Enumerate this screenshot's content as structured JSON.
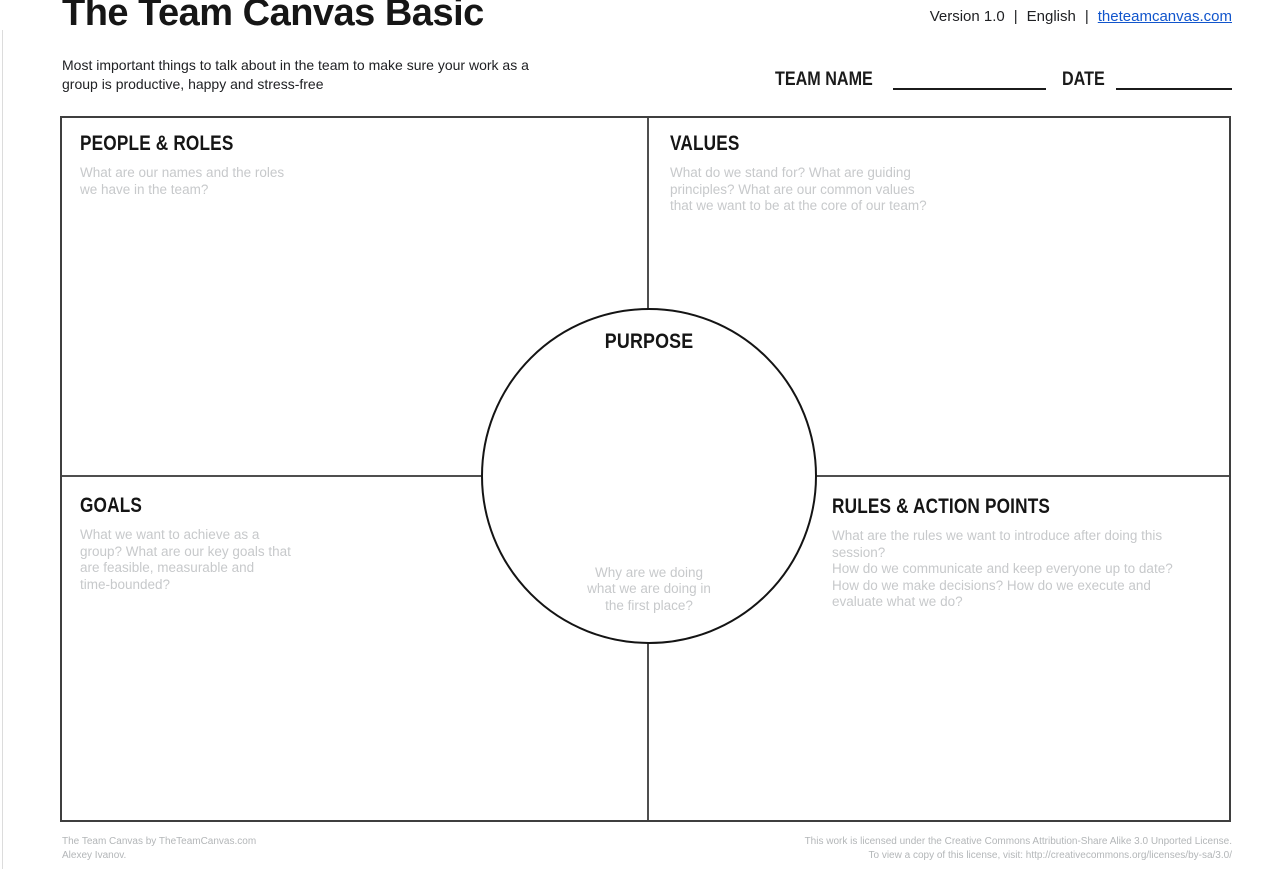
{
  "header": {
    "title": "The Team Canvas Basic",
    "subtitle": "Most important things to talk about in the team to make sure your work as a\ngroup is productive, happy and stress-free",
    "meta": {
      "version": "Version 1.0",
      "separator": "|",
      "language": "English",
      "site_link": "theteamcanvas.com"
    }
  },
  "form": {
    "team_name_label": "TEAM NAME",
    "date_label": "DATE"
  },
  "canvas": {
    "quadrants": [
      {
        "title": "PEOPLE & ROLES",
        "hint": "What are our names and the roles\nwe have in the team?"
      },
      {
        "title": "VALUES",
        "hint": "What do we stand for? What are guiding\nprinciples? What are our common values\nthat we want to be at the core of our team?"
      },
      {
        "title": "GOALS",
        "hint": "What we want to achieve as a\ngroup? What are our key goals that\nare feasible, measurable and\ntime-bounded?"
      },
      {
        "title": "RULES & ACTION POINTS",
        "hint": "What are the rules we want to introduce after doing this\nsession?\nHow do we communicate and keep everyone up to date?\nHow do we make decisions? How do we execute and\nevaluate what we do?"
      }
    ],
    "purpose": {
      "title": "PURPOSE",
      "hint": "Why are we doing\nwhat we are doing in\nthe first place?"
    }
  },
  "footer": {
    "credit": "The Team Canvas by TheTeamCanvas.com\nAlexey Ivanov.",
    "license": "This work is licensed under the Creative Commons Attribution-Share Alike 3.0 Unported License.\nTo view a copy of this license, visit: http://creativecommons.org/licenses/by-sa/3.0/"
  },
  "colors": {
    "heading": "#1c1c1c",
    "box_border": "#3f3f3f",
    "divider": "#4f4f4f",
    "circle_border": "#141414",
    "hint_gray": "#c7c9cb",
    "footer_gray": "#b3b6b8",
    "link_blue": "#1155cc"
  }
}
